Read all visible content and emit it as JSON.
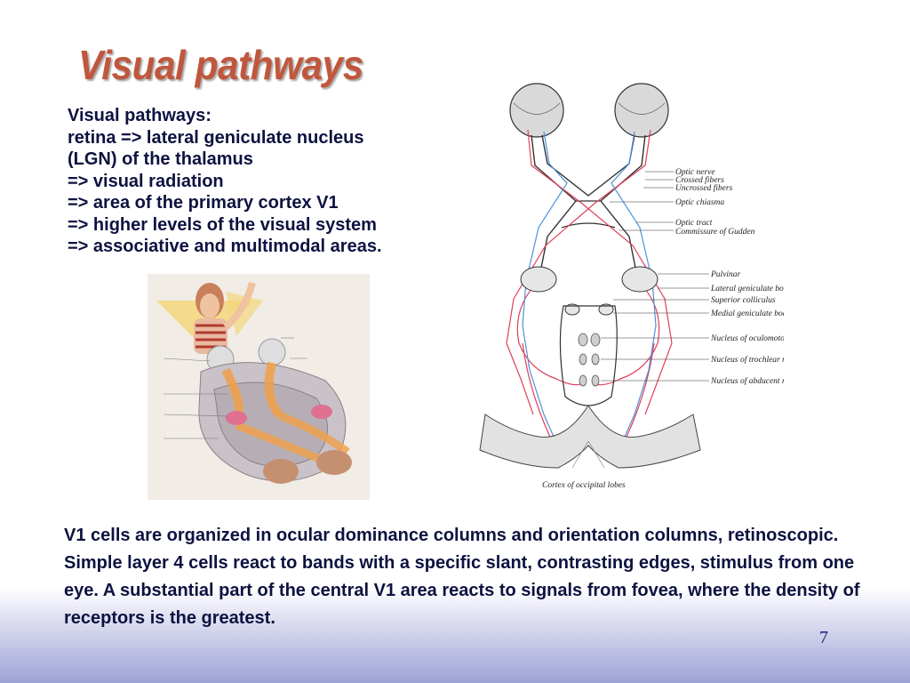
{
  "slide": {
    "title": "Visual pathways",
    "page_number": "7"
  },
  "intro": {
    "lines": [
      "Visual pathways:",
      "retina => lateral geniculate nucleus",
      "(LGN) of the thalamus",
      "=> visual radiation",
      "=> area of the primary cortex V1",
      "=> higher levels of the visual system",
      "=> associative and multimodal areas."
    ]
  },
  "diagram": {
    "labels": [
      "Optic nerve",
      "Crossed fibers",
      "Uncrossed fibers",
      "Optic chiasma",
      "Optic tract",
      "Commissure of Gudden",
      "Pulvinar",
      "Lateral geniculate body",
      "Superior colliculus",
      "Medial geniculate body",
      "Nucleus of oculomotor nerve",
      "Nucleus of trochlear nerve",
      "Nucleus of abducent nerve",
      "Cortex of occipital lobes"
    ],
    "colors": {
      "crossed": "#e0405a",
      "uncrossed": "#4d93d6",
      "outline": "#333333"
    }
  },
  "body": {
    "text": "V1 cells are organized in ocular dominance columns and orientation columns, retinoscopic. Simple layer 4 cells react to bands with a specific slant, contrasting edges, stimulus from one eye. A substantial part of the central V1 area reacts to signals from fovea, where the density of receptors is the greatest."
  }
}
